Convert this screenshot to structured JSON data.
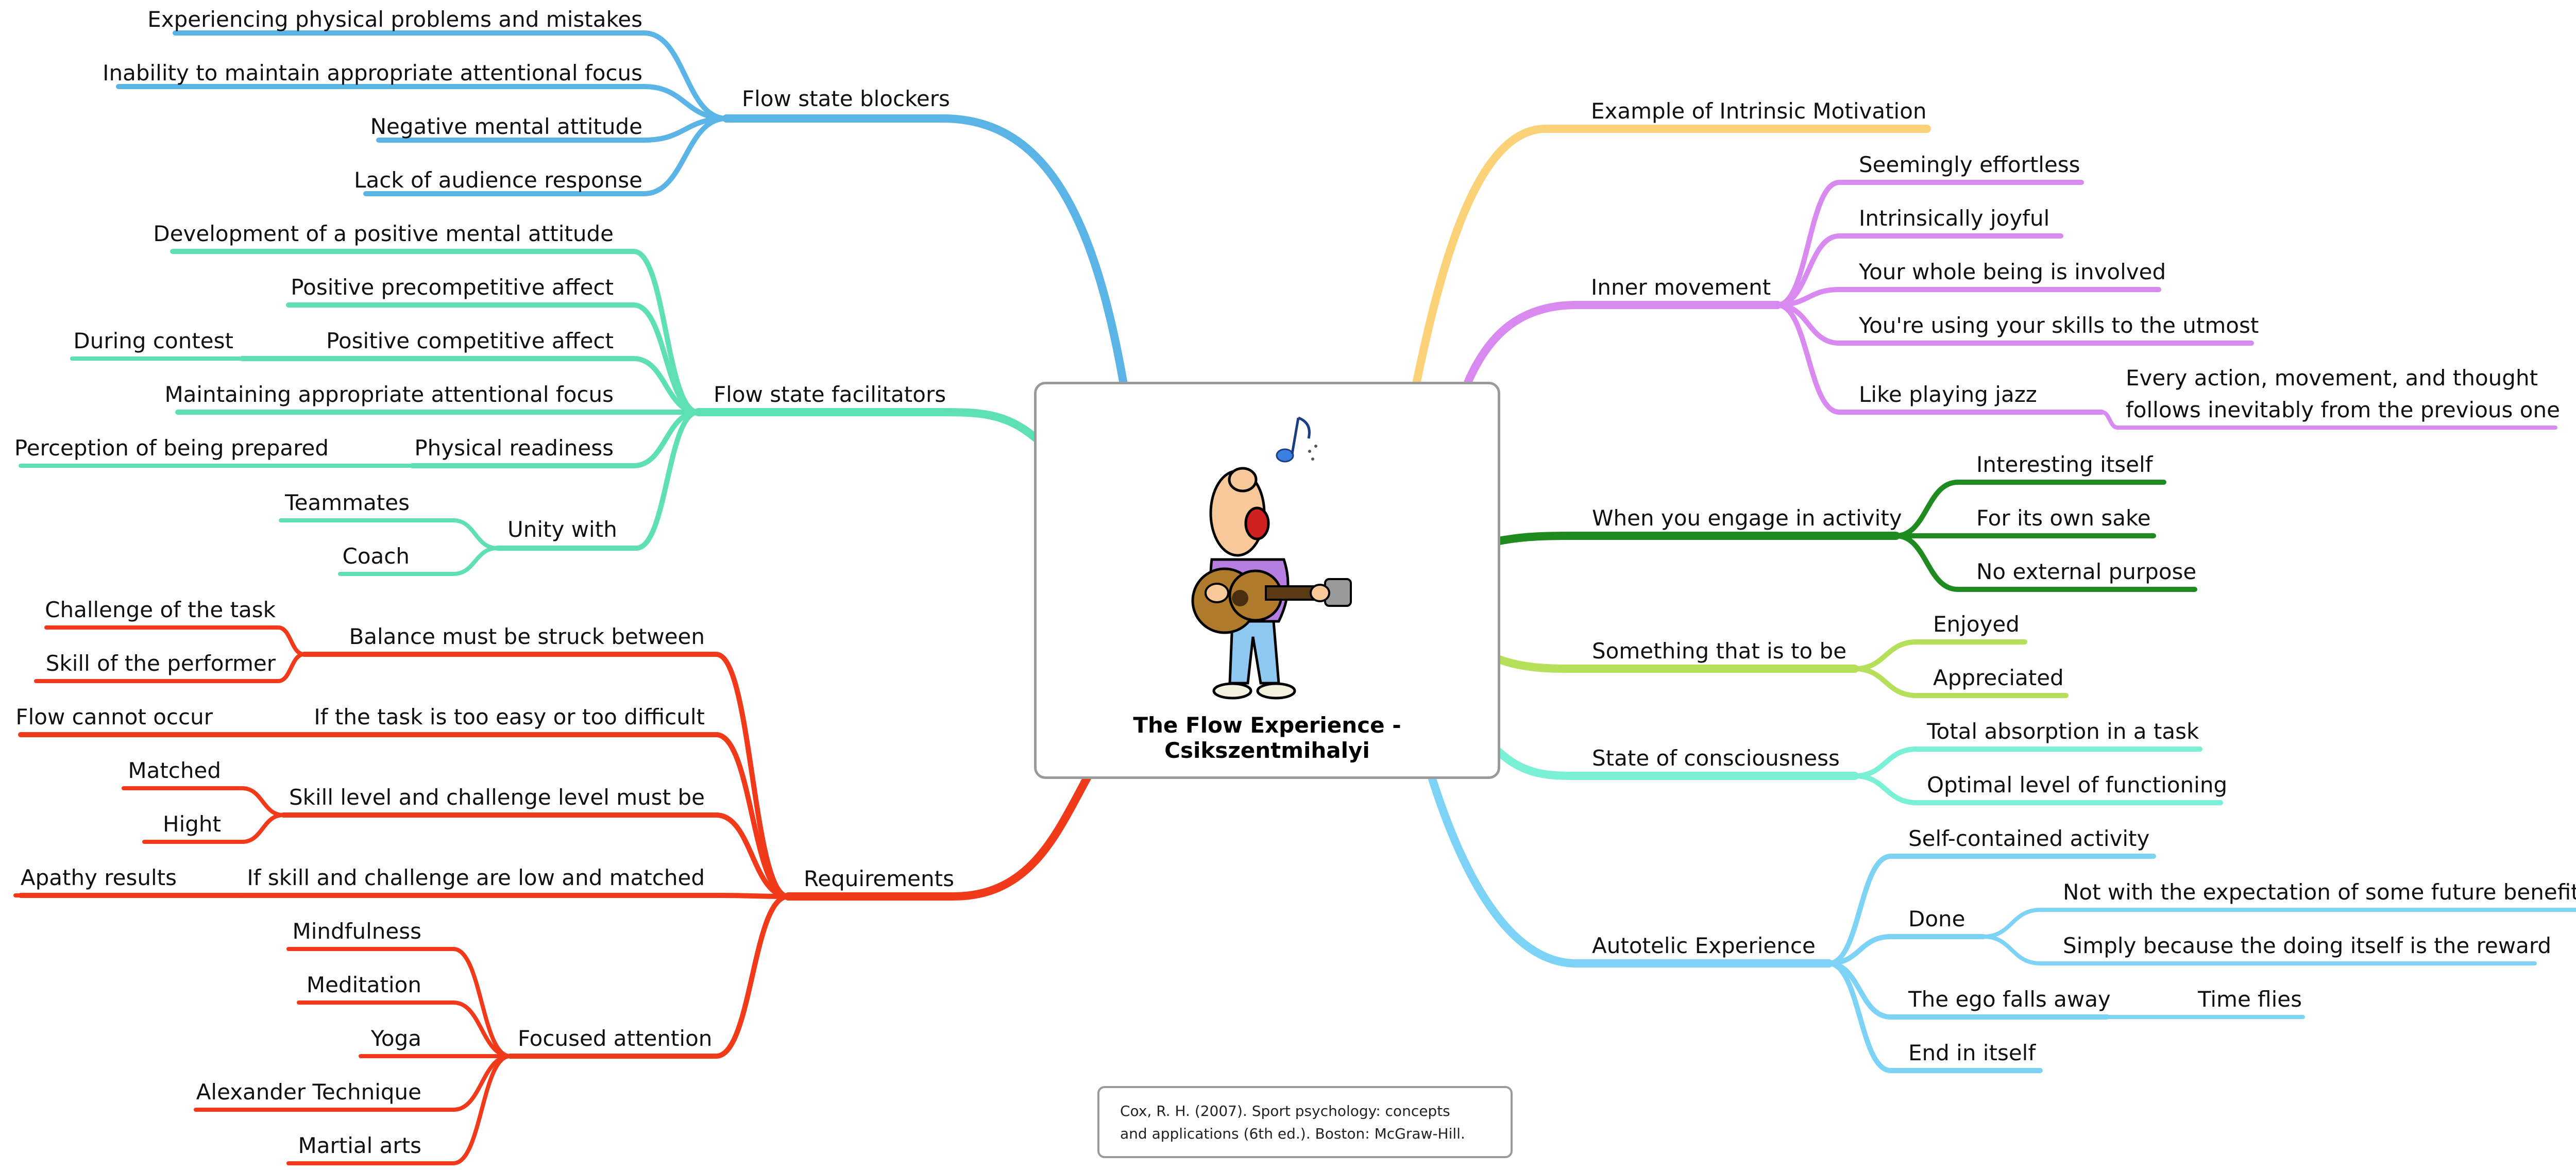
{
  "central": {
    "title": "The Flow Experience - Csikszentmihalyi",
    "illustration": "cartoon-guitar-singer"
  },
  "citation": {
    "line1": "Cox, R. H. (2007). Sport psychology: concepts",
    "line2": "and applications (6th ed.). Boston: McGraw-Hill."
  },
  "colors": {
    "blockers": "#5ab4e6",
    "facilitators": "#5fe0b4",
    "requirements": "#f03a1a",
    "intrinsic": "#fbd277",
    "inner": "#d88af0",
    "engage": "#1f8a1f",
    "something": "#b6e05a",
    "consciousness": "#7af0d6",
    "autotelic": "#7dd3f5"
  },
  "left": {
    "blockers": {
      "label": "Flow state blockers",
      "items": [
        "Experiencing physical problems and mistakes",
        "Inability to maintain appropriate attentional focus",
        "Negative mental attitude",
        "Lack of audience response"
      ]
    },
    "facilitators": {
      "label": "Flow state facilitators",
      "items": [
        {
          "label": "Development of a positive mental attitude"
        },
        {
          "label": "Positive precompetitive affect"
        },
        {
          "label": "Positive competitive affect",
          "children": [
            "During contest"
          ]
        },
        {
          "label": "Maintaining appropriate attentional focus"
        },
        {
          "label": "Physical readiness",
          "children": [
            "Perception of being prepared"
          ]
        },
        {
          "label": "Unity with",
          "children": [
            "Teammates",
            "Coach"
          ]
        }
      ]
    },
    "requirements": {
      "label": "Requirements",
      "items": [
        {
          "label": "Balance must be struck between",
          "children": [
            "Challenge of the task",
            "Skill of the performer"
          ]
        },
        {
          "label": "If the task is too easy or too difficult",
          "children": [
            "Flow cannot occur"
          ]
        },
        {
          "label": "Skill level and challenge level must be",
          "children": [
            "Matched",
            "Hight"
          ]
        },
        {
          "label": "If skill and challenge are low and matched",
          "children": [
            "Apathy results"
          ]
        },
        {
          "label": "Focused attention",
          "children": [
            "Mindfulness",
            "Meditation",
            "Yoga",
            "Alexander Technique",
            "Martial arts"
          ]
        }
      ]
    }
  },
  "right": {
    "intrinsic": {
      "label": "Example of Intrinsic Motivation"
    },
    "inner": {
      "label": "Inner movement",
      "items": [
        {
          "label": "Seemingly effortless"
        },
        {
          "label": "Intrinsically joyful"
        },
        {
          "label": "Your whole being is involved"
        },
        {
          "label": "You're using your skills to the utmost"
        },
        {
          "label": "Like playing jazz",
          "children": [
            "Every action, movement, and thought",
            "follows inevitably from the previous one"
          ]
        }
      ]
    },
    "engage": {
      "label": "When you engage in activity",
      "items": [
        "Interesting itself",
        "For its own sake",
        "No external purpose"
      ]
    },
    "something": {
      "label": "Something that is to be",
      "items": [
        "Enjoyed",
        "Appreciated"
      ]
    },
    "consciousness": {
      "label": "State of consciousness",
      "items": [
        "Total absorption in a task",
        "Optimal level of functioning"
      ]
    },
    "autotelic": {
      "label": "Autotelic Experience",
      "items": [
        {
          "label": "Self-contained activity"
        },
        {
          "label": "Done",
          "children": [
            "Not with the expectation of some future benefit",
            "Simply because the doing itself is the reward"
          ]
        },
        {
          "label": "The ego falls away",
          "children": [
            "Time flies"
          ]
        },
        {
          "label": "End in itself"
        }
      ]
    }
  }
}
